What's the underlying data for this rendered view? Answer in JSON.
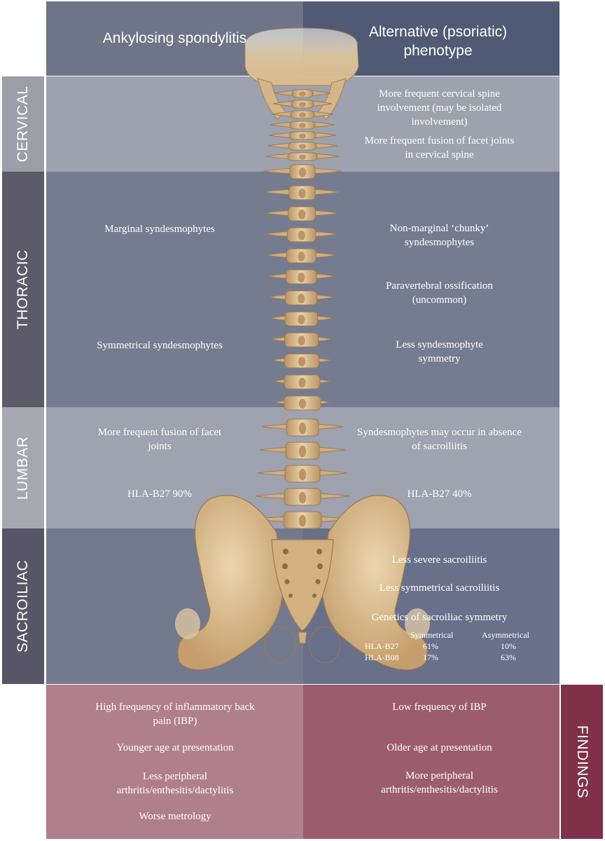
{
  "columns": {
    "left_header": "Ankylosing spondylitis",
    "right_header": "Alternative (psoriatic) phenotype"
  },
  "regions": {
    "cervical": "CERVICAL",
    "thoracic": "THORACIC",
    "lumbar": "LUMBAR",
    "sacroiliac": "SACROILIAC",
    "findings": "FINDINGS"
  },
  "cervical": {
    "right": [
      "More frequent cervical spine involvement (may be isolated involvement)",
      "More frequent fusion of facet joints in cervical spine"
    ]
  },
  "thoracic": {
    "left": [
      "Marginal syndesmophytes",
      "Symmetrical syndesmophytes"
    ],
    "right": [
      "Non-marginal ‘chunky’ syndesmophytes",
      "Paravertebral ossification (uncommon)",
      "Less syndesmophyte symmetry"
    ]
  },
  "lumbar": {
    "left": [
      "More frequent fusion of facet joints",
      "HLA-B27 90%"
    ],
    "right": [
      "Syndesmophytes may occur in absence of sacroiliitis",
      "HLA-B27 40%"
    ]
  },
  "sacroiliac": {
    "right": [
      "Less severe sacroiliitis",
      "Less symmetrical sacroiliitis",
      "Genetics of sacroiliac symmetry"
    ],
    "genetics_table": {
      "columns": [
        "Symmetrical",
        "Asymmetrical"
      ],
      "rows": [
        {
          "label": "HLA-B27",
          "symmetrical": "61%",
          "asymmetrical": "10%"
        },
        {
          "label": "HLA-B08",
          "symmetrical": "17%",
          "asymmetrical": "63%"
        }
      ]
    }
  },
  "findings": {
    "left": [
      "High frequency of inflammatory back pain (IBP)",
      "Younger age at presentation",
      "Less peripheral arthritis/enthesitis/dactylitis",
      "Worse metrology"
    ],
    "right": [
      "Low frequency of IBP",
      "Older age at presentation",
      "More peripheral arthritis/enthesitis/dactylitis"
    ]
  },
  "colors": {
    "header_left": "#6d7586",
    "header_right": "#505a74",
    "label_cervical": "#9c9ea8",
    "label_thoracic": "#5d5a6a",
    "label_lumbar": "#a7a7b0",
    "label_sacroiliac": "#575566",
    "findings_left": "#b07f8e",
    "findings_right": "#9b5d6e",
    "findings_label": "#7e3149",
    "bone": "#dcc091"
  }
}
